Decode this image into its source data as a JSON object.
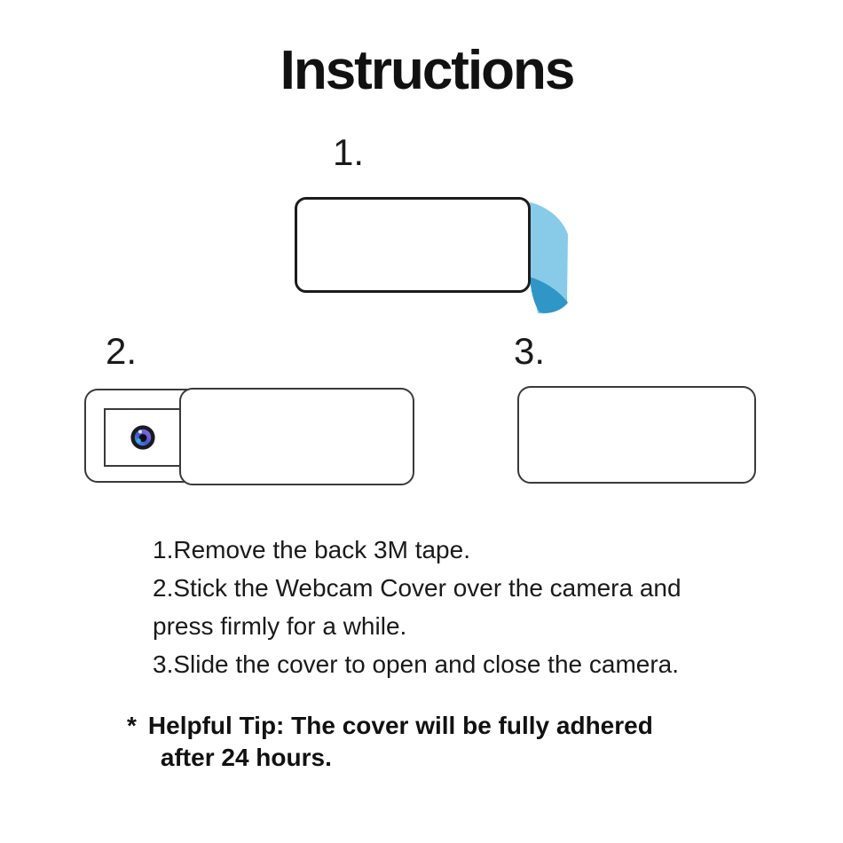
{
  "title": "Instructions",
  "steps": [
    {
      "label": "1."
    },
    {
      "label": "2."
    },
    {
      "label": "3."
    }
  ],
  "instructions": {
    "lines": [
      "1.Remove the back 3M tape.",
      "2.Stick the Webcam Cover over the camera and",
      "press firmly for a while.",
      "3.Slide the cover to open and close the camera."
    ]
  },
  "tip": {
    "bullet": "*",
    "line1": "Helpful Tip: The cover will be fully adhered",
    "line2": "after 24 hours."
  },
  "colors": {
    "background": "#ffffff",
    "text": "#1a1a1a",
    "outline": "#3a3a3a",
    "tape_light": "#87CBE9",
    "tape_dark": "#2F96C7",
    "lens_ring": "#1a1a22",
    "lens_iris_cyan": "#38b7e8",
    "lens_iris_blue": "#4455cd",
    "lens_iris_purple": "#a273e2",
    "lens_pupil": "#0d0d15",
    "lens_highlight": "#e6f3fd"
  }
}
